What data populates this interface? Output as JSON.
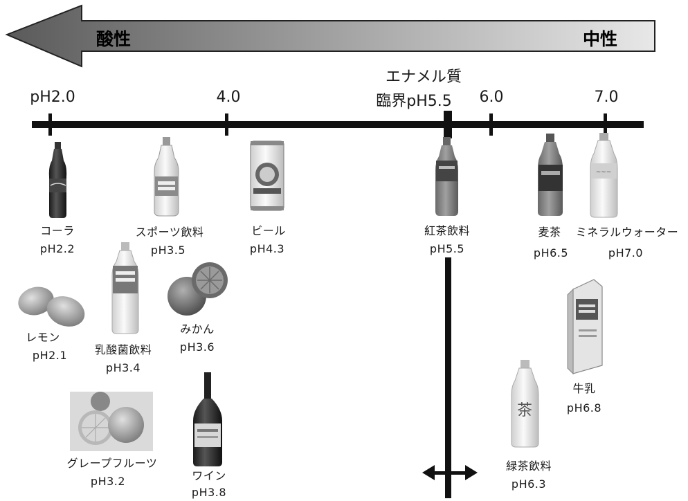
{
  "header": {
    "acidic_label": "酸性",
    "neutral_label": "中性"
  },
  "axis": {
    "ticks": [
      {
        "label": "pH2.0"
      },
      {
        "label": "4.0"
      },
      {
        "label": "6.0"
      },
      {
        "label": "7.0"
      }
    ],
    "enamel_line1": "エナメル質",
    "enamel_line2": "臨界pH5.5"
  },
  "items": [
    {
      "name": "コーラ",
      "ph": "pH2.2",
      "icon": "cola-bottle-icon"
    },
    {
      "name": "スポーツ飲料",
      "ph": "pH3.5",
      "icon": "sports-drink-bottle-icon"
    },
    {
      "name": "ビール",
      "ph": "pH4.3",
      "icon": "beer-can-icon"
    },
    {
      "name": "紅茶飲料",
      "ph": "pH5.5",
      "icon": "tea-bottle-icon"
    },
    {
      "name": "麦茶",
      "ph": "pH6.5",
      "icon": "barley-tea-bottle-icon"
    },
    {
      "name": "ミネラルウォーター",
      "ph": "pH7.0",
      "icon": "water-bottle-icon"
    },
    {
      "name": "レモン",
      "ph": "pH2.1",
      "icon": "lemon-icon"
    },
    {
      "name": "乳酸菌飲料",
      "ph": "pH3.4",
      "icon": "lactic-drink-bottle-icon"
    },
    {
      "name": "みかん",
      "ph": "pH3.6",
      "icon": "mandarin-icon"
    },
    {
      "name": "グレープフルーツ",
      "ph": "pH3.2",
      "icon": "grapefruit-icon"
    },
    {
      "name": "ワイン",
      "ph": "pH3.8",
      "icon": "wine-bottle-icon"
    },
    {
      "name": "緑茶飲料",
      "ph": "pH6.3",
      "icon": "green-tea-bottle-icon"
    },
    {
      "name": "牛乳",
      "ph": "pH6.8",
      "icon": "milk-carton-icon"
    }
  ]
}
